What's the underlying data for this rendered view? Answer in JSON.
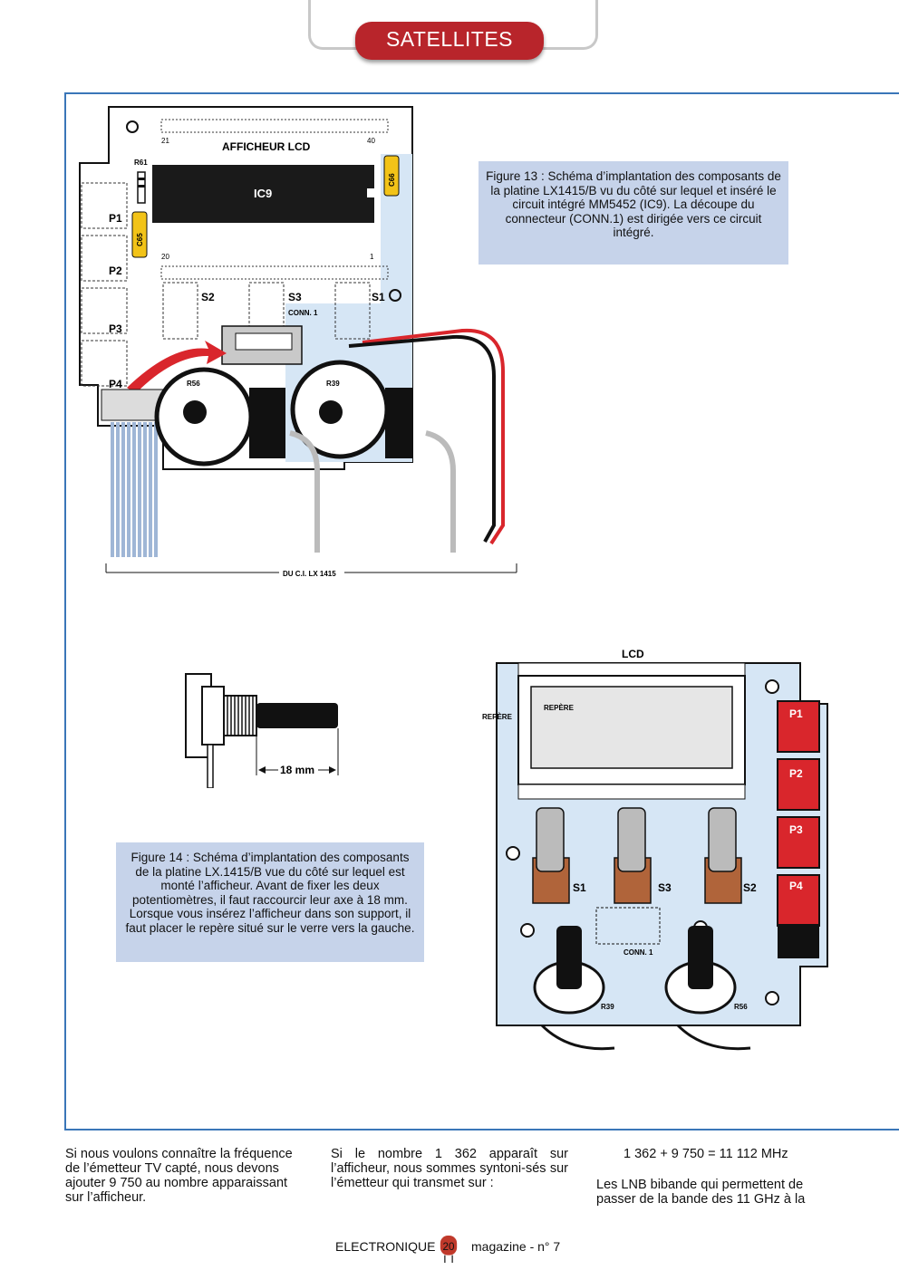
{
  "header": {
    "section": "SATELLITES"
  },
  "figure13": {
    "caption": "Figure 13 : Schéma d’implantation des composants de la platine LX1415/B vu du côté sur lequel et inséré le circuit intégré MM5452 (IC9). La découpe du connecteur (CONN.1) est dirigée vers ce circuit intégré.",
    "labels": {
      "afficheur": "AFFICHEUR LCD",
      "ic": "IC9",
      "pin21": "21",
      "pin40": "40",
      "pin20": "20",
      "pin1": "1",
      "r61": "R61",
      "c66": "C66",
      "c65": "C65",
      "p1": "P1",
      "p2": "P2",
      "p3": "P3",
      "p4": "P4",
      "s1": "S1",
      "s2": "S2",
      "s3": "S3",
      "conn": "CONN. 1",
      "r56": "R56",
      "r39": "R39",
      "board": "DU C.I. LX 1415"
    }
  },
  "figure14": {
    "caption": "Figure 14 : Schéma d’implantation des composants de la platine LX.1415/B vue du côté sur lequel est monté l’afficheur. Avant de fixer les deux potentiomètres, il faut raccourcir leur axe à 18 mm. Lorsque vous insérez l’afficheur dans son support, il faut placer le repère situé sur le verre vers la gauche.",
    "shaft_label": "18 mm",
    "labels": {
      "lcd": "LCD",
      "repere_outer": "REPÈRE",
      "repere_inner": "REPÈRE",
      "p1": "P1",
      "p2": "P2",
      "p3": "P3",
      "p4": "P4",
      "s1": "S1",
      "s3": "S3",
      "s2": "S2",
      "conn": "CONN. 1",
      "r39": "R39",
      "r56": "R56"
    }
  },
  "body": {
    "col1": "Si nous voulons connaître la fréquence de l’émetteur TV capté, nous devons ajouter 9 750 au nombre apparaissant sur l’afficheur.",
    "col2": "Si le nombre 1 362 apparaît sur l’afficheur, nous sommes syntoni-sés sur l’émetteur qui transmet sur :",
    "col3_eq": "1 362 + 9 750 = 11 112 MHz",
    "col3_text": "Les LNB bibande qui permettent de passer de la bande des 11 GHz à la"
  },
  "footer": {
    "left": "ELECTRONIQUE",
    "page": "20",
    "right": "magazine - n° 7"
  }
}
